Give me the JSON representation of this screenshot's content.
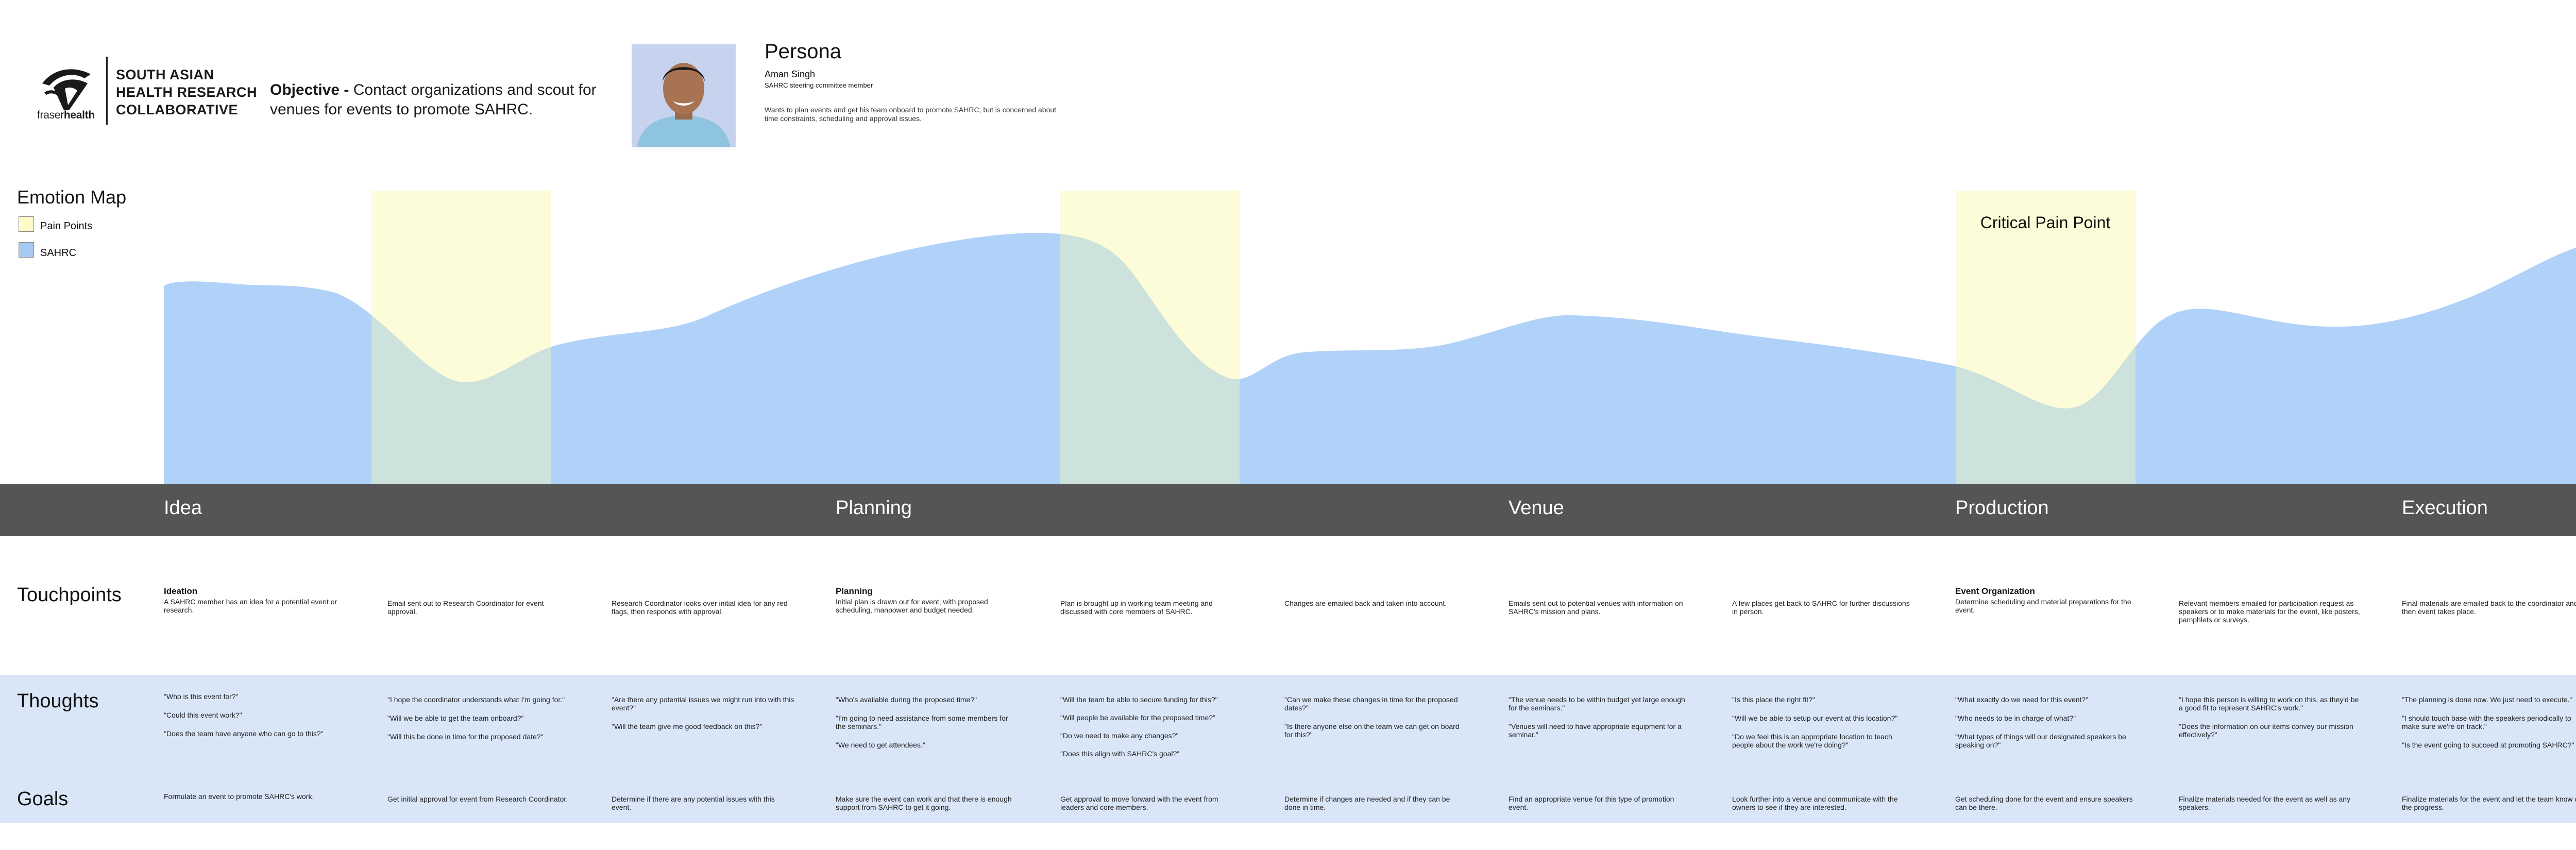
{
  "header": {
    "org_lines": [
      "SOUTH ASIAN",
      "HEALTH RESEARCH",
      "COLLABORATIVE"
    ],
    "wordmark_light": "fraser",
    "wordmark_bold": "health",
    "objective_label": "Objective -",
    "objective_text": " Contact organizations and scout for venues for events to promote SAHRC."
  },
  "persona": {
    "title": "Persona",
    "name": "Aman Singh",
    "role": "SAHRC steering committee member",
    "description": "Wants to plan events and get his team onboard to promote SAHRC, but is concerned about time constraints, scheduling and approval issues."
  },
  "emotion_map": {
    "title": "Emotion Map",
    "legend": [
      {
        "label": "Pain Points",
        "color": "#fdfbc6"
      },
      {
        "label": "SAHRC",
        "color": "#a6c8f2"
      }
    ],
    "critical_label": "Critical Pain Point",
    "colors": {
      "curve": "#b1d2f8",
      "pain": "#fdfcd2",
      "overlap": "#cde2dc"
    }
  },
  "phases": [
    "Idea",
    "Planning",
    "Venue",
    "Production",
    "Execution"
  ],
  "rows": {
    "touchpoints": "Touchpoints",
    "thoughts": "Thoughts",
    "goals": "Goals"
  },
  "columns": [
    {
      "tp_heading": "Ideation",
      "tp_text": "A SAHRC member has an idea for a potential event or research.",
      "thoughts": [
        "\"Who is this event for?\"",
        "\"Could this event work?\"",
        "\"Does the team have anyone who can go to this?\""
      ],
      "goal": "Formulate an event to promote SAHRC's work."
    },
    {
      "tp_heading": "",
      "tp_text": "Email sent out to Research Coordinator for event approval.",
      "thoughts": [
        "\"I hope the coordinator understands what I'm going for.\"",
        "\"Will we be able to get the team onboard?\"",
        "\"Will this be done in time for the proposed date?\""
      ],
      "goal": "Get initial approval for event from Research Coordinator."
    },
    {
      "tp_heading": "",
      "tp_text": "Research Coordinator looks over initial idea for any red flags, then responds with approval.",
      "thoughts": [
        "\"Are there any potential issues we might run into with this event?\"",
        "\"Will the team give me good feedback on this?\""
      ],
      "goal": "Determine if there are any potential issues with this event."
    },
    {
      "tp_heading": "Planning",
      "tp_text": "Initial plan is drawn out for event, with proposed scheduling, manpower and budget needed.",
      "thoughts": [
        "\"Who's available during the proposed time?\"",
        "\"I'm going to need assistance from some members for the seminars.\"",
        "\"We need to get attendees.\""
      ],
      "goal": "Make sure the event can work and that there is enough support from SAHRC to get it going."
    },
    {
      "tp_heading": "",
      "tp_text": "Plan is brought up in working team meeting and discussed with core members of SAHRC.",
      "thoughts": [
        "\"Will the team be able to secure funding for this?\"",
        "\"Will people be available for the proposed time?\"",
        "\"Do we need to make any changes?\"",
        "\"Does this align with SAHRC's goal?\""
      ],
      "goal": "Get approval to move forward with the event from leaders and core members."
    },
    {
      "tp_heading": "",
      "tp_text": "Changes are emailed back and taken into account.",
      "thoughts": [
        "\"Can we make these changes in time for the proposed dates?\"",
        "\"Is there anyone else on the team we can get on board for this?\""
      ],
      "goal": "Determine if changes are needed and if they can be done in time."
    },
    {
      "tp_heading": "",
      "tp_text": "Emails sent out to potential venues with information on SAHRC's mission and plans.",
      "thoughts": [
        "\"The venue needs to be within budget yet large enough for the seminars.\"",
        "\"Venues will need to have appropriate equipment for a seminar.\""
      ],
      "goal": "Find an appropriate venue for this type of promotion event."
    },
    {
      "tp_heading": "",
      "tp_text": "A few places get back to SAHRC for further discussions in person.",
      "thoughts": [
        "\"Is this place the right fit?\"",
        "\"Will we be able to setup our event at this location?\"",
        "\"Do we feel this is an appropriate location to teach people about the work we're doing?\""
      ],
      "goal": "Look further into a venue and communicate with the owners to see if they are interested."
    },
    {
      "tp_heading": "Event Organization",
      "tp_text": "Determine scheduling and material preparations for the event.",
      "thoughts": [
        "\"What exactly do we need for this event?\"",
        "\"Who needs to be in charge of what?\"",
        "\"What types of things will our designated speakers be speaking on?\""
      ],
      "goal": "Get scheduling done for the event and ensure speakers can be there."
    },
    {
      "tp_heading": "",
      "tp_text": "Relevant members emailed for participation request as speakers or to make materials for the event, like posters, pamphlets or surveys.",
      "thoughts": [
        "\"I hope this person is willing to work on this, as they'd be a good fit to represent SAHRC's work.\"",
        "\"Does the information on our items convey our mission effectively?\""
      ],
      "goal": "Finalize materials needed for the event as well as any speakers."
    },
    {
      "tp_heading": "",
      "tp_text": "Final materials are emailed back to the coordinator and then event takes place.",
      "thoughts": [
        "\"The planning is done now. We just need to execute.\"",
        "\"I should touch base with the speakers periodically to make sure we're on track.\"",
        "\"Is the event going to succeed at promoting SAHRC?\""
      ],
      "goal": "Finalize materials for the event and let the team know of the progress."
    }
  ]
}
